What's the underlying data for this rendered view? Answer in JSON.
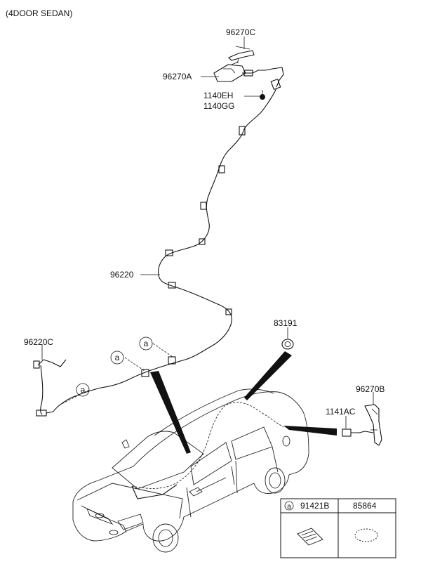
{
  "header": {
    "variant": "(4DOOR SEDAN)"
  },
  "parts": {
    "p96270C": "96270C",
    "p96270A": "96270A",
    "p1140EH": "1140EH",
    "p1140GG": "1140GG",
    "p96220": "96220",
    "p96220C": "96220C",
    "p83191": "83191",
    "p96270B": "96270B",
    "p1141AC": "1141AC"
  },
  "callout": {
    "marker": "a"
  },
  "legend": {
    "marker": "a",
    "col1_part": "91421B",
    "col2_part": "85864"
  }
}
